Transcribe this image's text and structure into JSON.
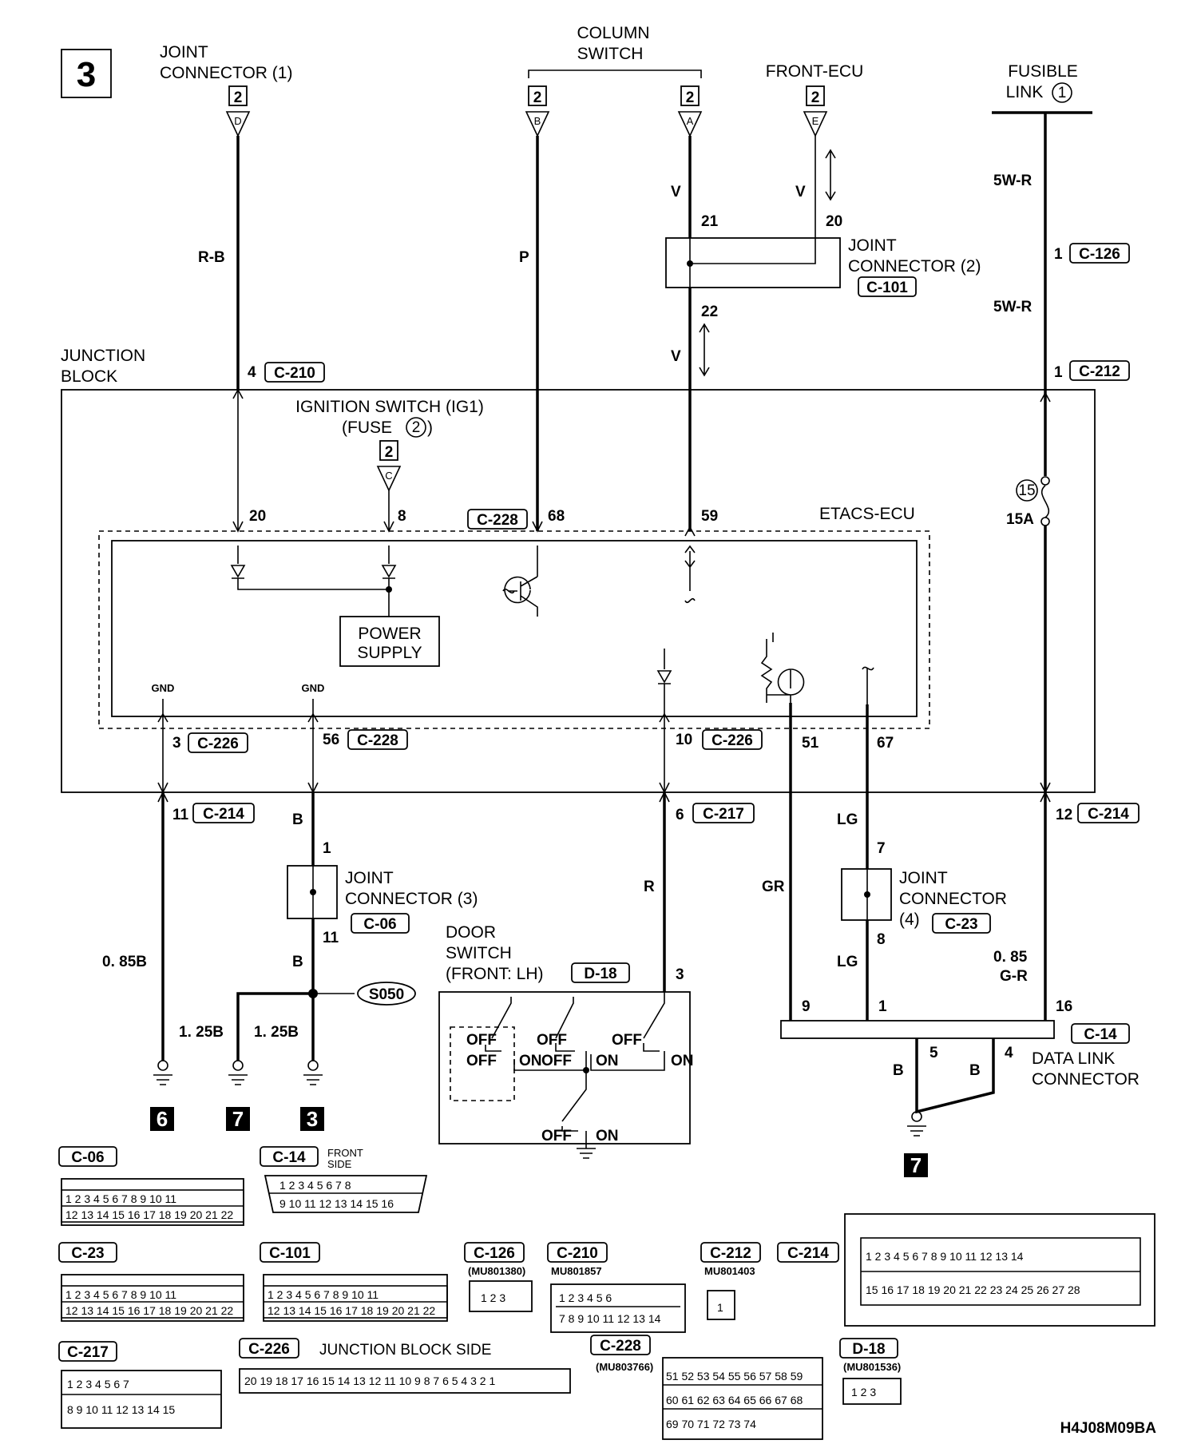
{
  "page_number": "3",
  "diagram_code": "H4J08M09BA",
  "top": {
    "joint_connector_1_line1": "JOINT",
    "joint_connector_1_line2": "CONNECTOR (1)",
    "column_switch_line1": "COLUMN",
    "column_switch_line2": "SWITCH",
    "front_ecu": "FRONT-ECU",
    "fusible_link_line1": "FUSIBLE",
    "fusible_link_line2": "LINK",
    "fusible_link_num": "1"
  },
  "refs": {
    "page2": "2",
    "letter_d": "D",
    "letter_b": "B",
    "letter_a": "A",
    "letter_e": "E",
    "letter_c": "C"
  },
  "wires": {
    "rb": "R-B",
    "p": "P",
    "v1": "V",
    "v2": "V",
    "v3": "V",
    "w5r1": "5W-R",
    "w5r2": "5W-R",
    "b_upper": "B",
    "b_lower": "B",
    "r": "R",
    "gr": "GR",
    "lg1": "LG",
    "lg2": "LG",
    "g085": "0. 85B",
    "b125a": "1. 25B",
    "b125b": "1. 25B",
    "gr085a": "0. 85",
    "gr085b": "G-R",
    "b_dlc1": "B",
    "b_dlc2": "B"
  },
  "pins": {
    "p21": "21",
    "p20": "20",
    "p22": "22",
    "p4": "4",
    "p1a": "1",
    "p1b": "1",
    "p20b": "20",
    "p8": "8",
    "p68": "68",
    "p59": "59",
    "p3": "3",
    "p56": "56",
    "p10": "10",
    "p51": "51",
    "p67": "67",
    "p11": "11",
    "p6": "6",
    "p12": "12",
    "p1c": "1",
    "p11b": "11",
    "p7": "7",
    "p8b": "8",
    "p3b": "3",
    "p9": "9",
    "p1d": "1",
    "p16": "16",
    "p5": "5",
    "p4b": "4"
  },
  "connectors": {
    "c126": "C-126",
    "c212": "C-212",
    "c101": "C-101",
    "c210": "C-210",
    "c228a": "C-228",
    "c226a": "C-226",
    "c228b": "C-228",
    "c226b": "C-226",
    "c214a": "C-214",
    "c217": "C-217",
    "c214b": "C-214",
    "c06": "C-06",
    "c23": "C-23",
    "d18": "D-18",
    "c14": "C-14",
    "s050": "S050"
  },
  "labels": {
    "joint_connector_2_line1": "JOINT",
    "joint_connector_2_line2": "CONNECTOR (2)",
    "junction_block_line1": "JUNCTION",
    "junction_block_line2": "BLOCK",
    "ignition_switch": "IGNITION SWITCH (IG1)",
    "fuse_open": "(FUSE",
    "fuse_num": "2",
    "fuse_close": ")",
    "etacs_ecu": "ETACS-ECU",
    "fuse15_num": "15",
    "fuse15_amp": "15A",
    "power_supply_line1": "POWER",
    "power_supply_line2": "SUPPLY",
    "gnd1": "GND",
    "gnd2": "GND",
    "joint_connector_3_line1": "JOINT",
    "joint_connector_3_line2": "CONNECTOR (3)",
    "joint_connector_4_line1": "JOINT",
    "joint_connector_4_line2": "CONNECTOR",
    "joint_connector_4_line3": "(4)",
    "door_switch_line1": "DOOR",
    "door_switch_line2": "SWITCH",
    "door_switch_line3": "(FRONT: LH)",
    "off1": "OFF",
    "on1": "ON",
    "off2": "OFF",
    "on2": "ON",
    "off3": "OFF",
    "on3": "ON",
    "off4": "OFF",
    "on4": "ON",
    "off_a": "OFF",
    "off_b": "OFF",
    "data_link_line1": "DATA LINK",
    "data_link_line2": "CONNECTOR",
    "ground_6": "6",
    "ground_7a": "7",
    "ground_3": "3",
    "ground_7b": "7"
  },
  "faces": {
    "c06_title": "C-06",
    "c14_title": "C-14",
    "c14_note_line1": "FRONT",
    "c14_note_line2": "SIDE",
    "c23_title": "C-23",
    "c101_title": "C-101",
    "c126_title": "C-126",
    "c126_part": "(MU801380)",
    "c210_title": "C-210",
    "c210_part": "MU801857",
    "c212_title": "C-212",
    "c212_part": "MU801403",
    "c214_title": "C-214",
    "c217_title": "C-217",
    "c226_title": "C-226",
    "c226_note": "JUNCTION BLOCK SIDE",
    "c228_title": "C-228",
    "c228_part": "(MU803766)",
    "d18_title": "D-18",
    "d18_part": "(MU801536)"
  }
}
